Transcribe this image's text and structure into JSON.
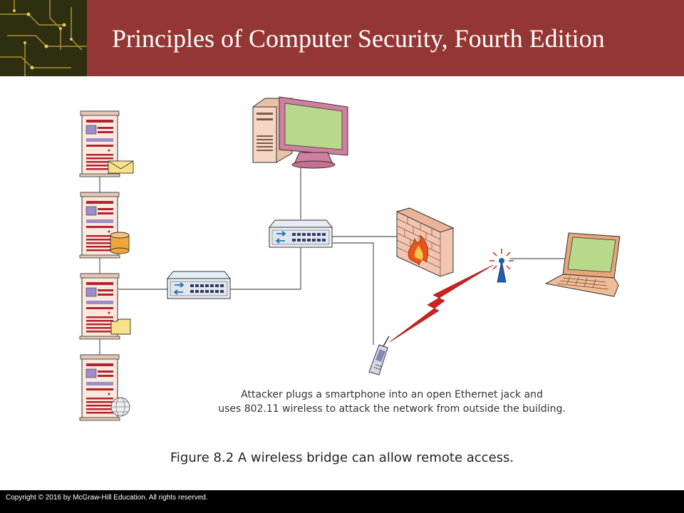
{
  "slide": {
    "title": "Principles of Computer Security, Fourth Edition",
    "caption": "Figure 8.2 A wireless bridge can allow remote access.",
    "footer": "Copyright © 2016 by McGraw-Hill Education. All rights reserved."
  },
  "diagram": {
    "callout_line1": "Attacker plugs a smartphone into an open Ethernet jack and",
    "callout_line2": "uses 802.11 wireless to attack the network from outside the building.",
    "nodes": [
      {
        "id": "mail-server",
        "icon": "envelope-icon"
      },
      {
        "id": "database-server",
        "icon": "database-icon"
      },
      {
        "id": "file-server",
        "icon": "folder-icon"
      },
      {
        "id": "web-server",
        "icon": "globe-icon"
      },
      {
        "id": "switch-left"
      },
      {
        "id": "switch-center"
      },
      {
        "id": "desktop-computer"
      },
      {
        "id": "firewall"
      },
      {
        "id": "smartphone"
      },
      {
        "id": "wireless-access-point"
      },
      {
        "id": "laptop"
      }
    ]
  },
  "colors": {
    "header": "#943634",
    "server_body": "#fbe9dd",
    "server_stripe": "#b5212f",
    "device_outline": "#333333",
    "screen": "#b8d98a",
    "lightning": "#d22020",
    "firewall_brick": "#f2c5b0"
  }
}
